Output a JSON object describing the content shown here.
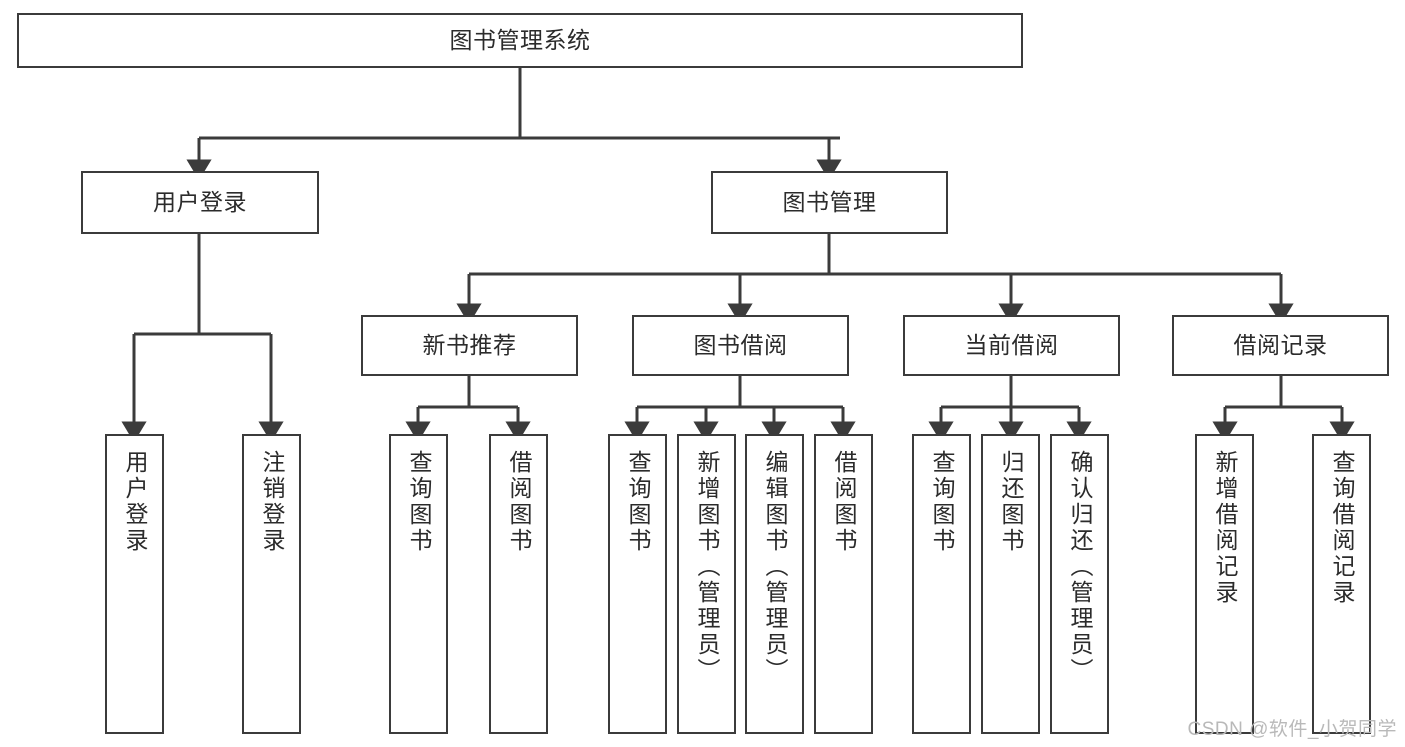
{
  "diagram": {
    "title": "图书管理系统",
    "type": "tree",
    "line_color": "#3b3b3b",
    "box_fill": "#ffffff",
    "text_color": "#2b2b2b",
    "nodes": {
      "root": {
        "label": "图书管理系统"
      },
      "level2": [
        {
          "id": "user_login",
          "label": "用户登录"
        },
        {
          "id": "book_mgmt",
          "label": "图书管理"
        }
      ],
      "level3": [
        {
          "id": "new_book_rec",
          "label": "新书推荐"
        },
        {
          "id": "book_borrow",
          "label": "图书借阅"
        },
        {
          "id": "current_borrow",
          "label": "当前借阅"
        },
        {
          "id": "borrow_record",
          "label": "借阅记录"
        }
      ],
      "leaves": {
        "user_login": [
          {
            "id": "leaf_user_login",
            "label": "用户登录"
          },
          {
            "id": "leaf_logout",
            "label": "注销登录"
          }
        ],
        "new_book_rec": [
          {
            "id": "leaf_query_book_1",
            "label": "查询图书"
          },
          {
            "id": "leaf_borrow_book_1",
            "label": "借阅图书"
          }
        ],
        "book_borrow": [
          {
            "id": "leaf_query_book_2",
            "label": "查询图书"
          },
          {
            "id": "leaf_add_book",
            "label": "新增图书（管理员）"
          },
          {
            "id": "leaf_edit_book",
            "label": "编辑图书（管理员）"
          },
          {
            "id": "leaf_borrow_book_2",
            "label": "借阅图书"
          }
        ],
        "current_borrow": [
          {
            "id": "leaf_query_book_3",
            "label": "查询图书"
          },
          {
            "id": "leaf_return_book",
            "label": "归还图书"
          },
          {
            "id": "leaf_confirm_return",
            "label": "确认归还（管理员）"
          }
        ],
        "borrow_record": [
          {
            "id": "leaf_add_record",
            "label": "新增借阅记录"
          },
          {
            "id": "leaf_query_record",
            "label": "查询借阅记录"
          }
        ]
      }
    }
  },
  "watermark": {
    "text": "CSDN @软件_小贺同学"
  }
}
